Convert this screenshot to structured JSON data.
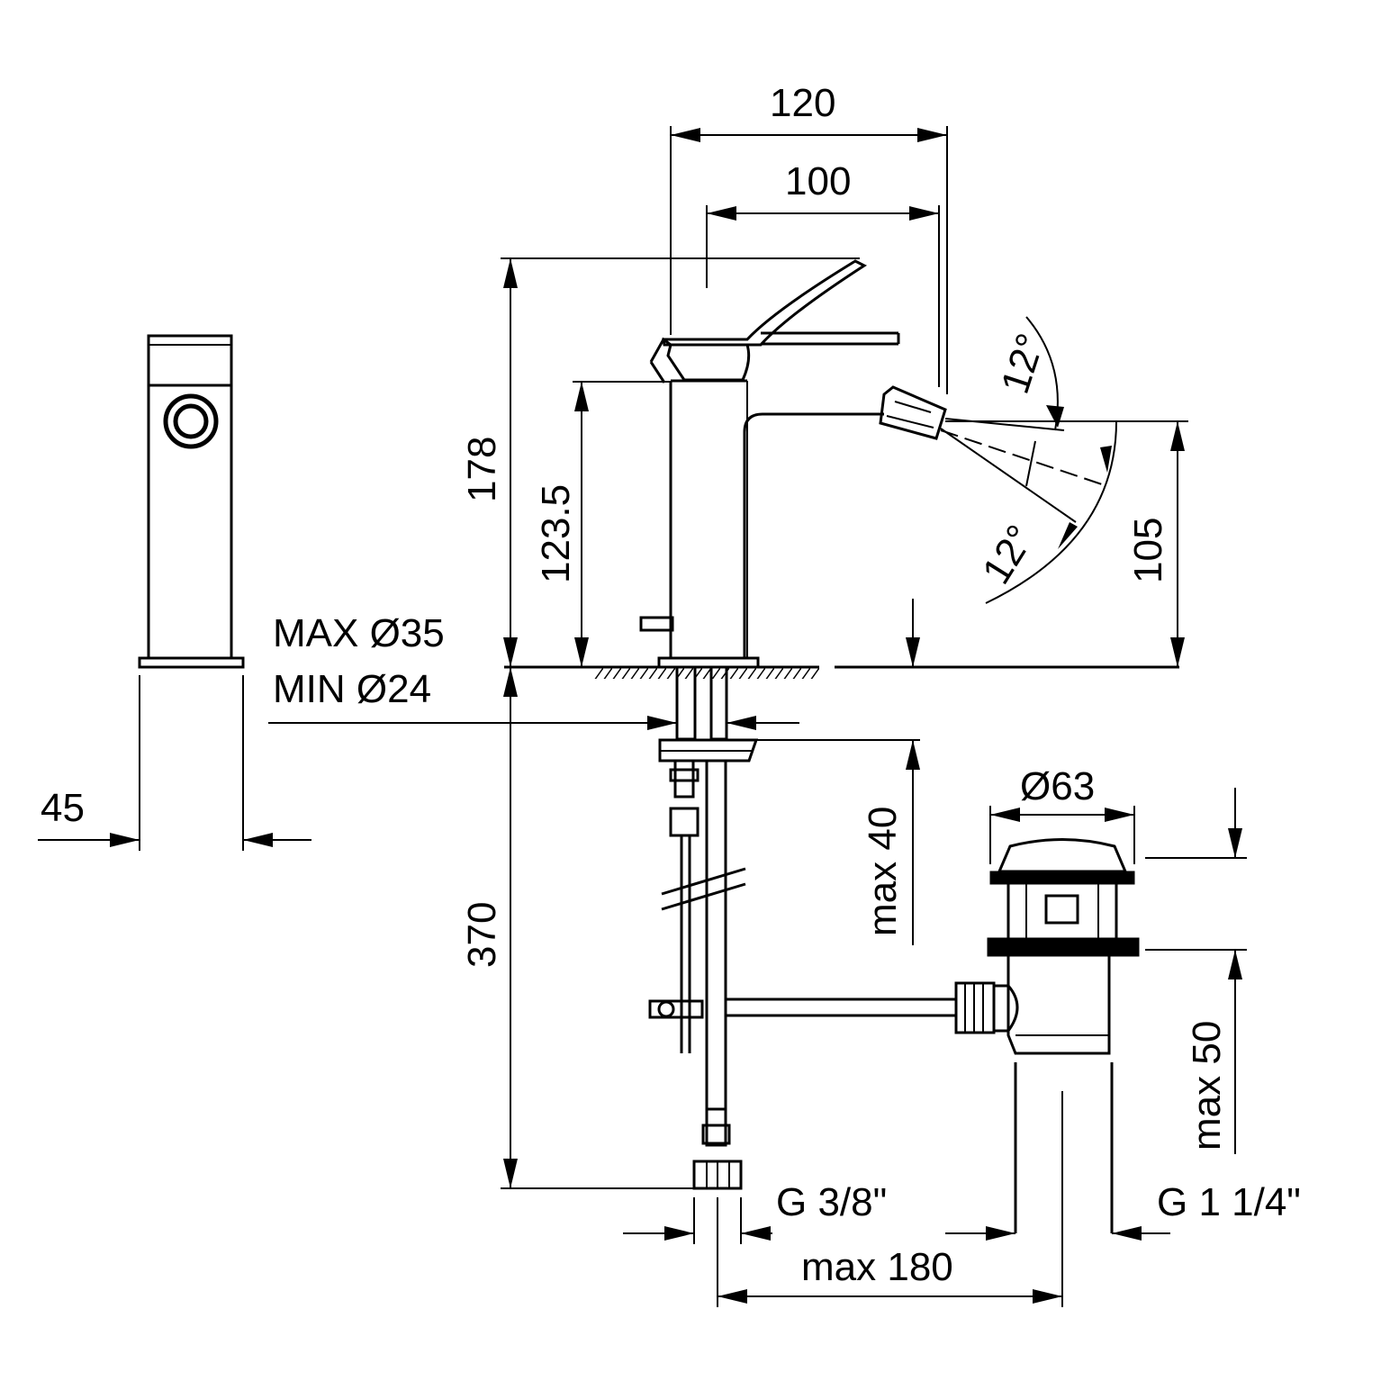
{
  "dimensions": {
    "width_total": "120",
    "width_spout": "100",
    "height_total": "178",
    "height_body": "123.5",
    "height_jet": "105",
    "angle_up": "12°",
    "angle_down": "12°",
    "hole_max": "MAX Ø35",
    "hole_min": "MIN Ø24",
    "body_width": "45",
    "deck_max": "max 40",
    "hose_length": "370",
    "waste_diameter": "Ø63",
    "waste_max_thickness": "max 50",
    "inlet_thread": "G 3/8\"",
    "waste_thread": "G 1 1/4\"",
    "waste_distance": "max 180"
  }
}
